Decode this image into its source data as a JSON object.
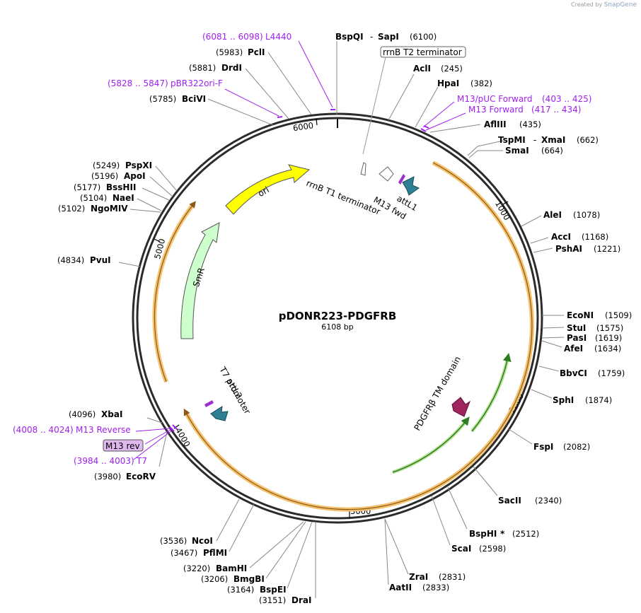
{
  "credit": {
    "prefix": "Created by",
    "brand": "SnapGene"
  },
  "plasmid": {
    "name": "pDONR223-PDGFRB",
    "size": "6108 bp"
  },
  "ticks": [
    "1000",
    "2000",
    "3000",
    "4000",
    "5000",
    "6000"
  ],
  "enzymes": {
    "bspqi_sapi": {
      "name": "BspQI",
      "name2": "SapI",
      "pos": "(6100)"
    },
    "acli": {
      "name": "AclI",
      "pos": "(245)"
    },
    "hpai": {
      "name": "HpaI",
      "pos": "(382)"
    },
    "aflii": {
      "name": "AflIII",
      "pos": "(435)"
    },
    "tspmi_xmai": {
      "name": "TspMI",
      "name2": "XmaI",
      "pos": "(662)"
    },
    "smai": {
      "name": "SmaI",
      "pos": "(664)"
    },
    "alei": {
      "name": "AleI",
      "pos": "(1078)"
    },
    "acci": {
      "name": "AccI",
      "pos": "(1168)"
    },
    "pshai": {
      "name": "PshAI",
      "pos": "(1221)"
    },
    "econi": {
      "name": "EcoNI",
      "pos": "(1509)"
    },
    "stui": {
      "name": "StuI",
      "pos": "(1575)"
    },
    "pasi": {
      "name": "PasI",
      "pos": "(1619)"
    },
    "afei": {
      "name": "AfeI",
      "pos": "(1634)"
    },
    "bbvci": {
      "name": "BbvCI",
      "pos": "(1759)"
    },
    "sphi": {
      "name": "SphI",
      "pos": "(1874)"
    },
    "fspi": {
      "name": "FspI",
      "pos": "(2082)"
    },
    "sacii": {
      "name": "SacII",
      "pos": "(2340)"
    },
    "bsphi": {
      "name": "BspHI",
      "star": "*",
      "pos": "(2512)"
    },
    "scai": {
      "name": "ScaI",
      "pos": "(2598)"
    },
    "zrai": {
      "name": "ZraI",
      "pos": "(2831)"
    },
    "aatii": {
      "name": "AatII",
      "pos": "(2833)"
    },
    "drai": {
      "name": "DraI",
      "pos": "(3151)"
    },
    "bspei": {
      "name": "BspEI",
      "pos": "(3164)"
    },
    "bmgbi": {
      "name": "BmgBI",
      "pos": "(3206)"
    },
    "bamhi": {
      "name": "BamHI",
      "pos": "(3220)"
    },
    "pflmi": {
      "name": "PflMI",
      "pos": "(3467)"
    },
    "ncoi": {
      "name": "NcoI",
      "pos": "(3536)"
    },
    "ecorv": {
      "name": "EcoRV",
      "pos": "(3980)"
    },
    "xbai": {
      "name": "XbaI",
      "pos": "(4096)"
    },
    "pvui": {
      "name": "PvuI",
      "pos": "(4834)"
    },
    "ngomiv": {
      "name": "NgoMIV",
      "pos": "(5102)"
    },
    "naei": {
      "name": "NaeI",
      "pos": "(5104)"
    },
    "bsshii": {
      "name": "BssHII",
      "pos": "(5177)"
    },
    "apoi": {
      "name": "ApoI",
      "pos": "(5196)"
    },
    "pspxi": {
      "name": "PspXI",
      "pos": "(5249)"
    },
    "bcivi": {
      "name": "BciVI",
      "pos": "(5785)"
    },
    "drdi": {
      "name": "DrdI",
      "pos": "(5881)"
    },
    "pcli": {
      "name": "PclI",
      "pos": "(5983)"
    }
  },
  "primers": {
    "l4440": {
      "range": "(6081 .. 6098)",
      "name": "L4440"
    },
    "pbr322": {
      "range": "(5828 .. 5847)",
      "name": "pBR322ori-F"
    },
    "m13puc": {
      "name": "M13/pUC Forward",
      "range": "(403 .. 425)"
    },
    "m13fwd": {
      "name": "M13 Forward",
      "range": "(417 .. 434)"
    },
    "m13rev": {
      "range": "(4008 .. 4024)",
      "name": "M13 Reverse"
    },
    "t7": {
      "range": "(3984 .. 4003)",
      "name": "T7"
    },
    "m13rev_box": "M13 rev"
  },
  "features": {
    "rrnb_t2": "rrnB T2 terminator",
    "rrnb_t1": "rrnB T1 terminator",
    "attl1": "attL1",
    "m13_fwd": "M13 fwd",
    "ori": "ori",
    "smr": "SmR",
    "t7_promoter": "T7 promoter",
    "attl2": "attL2",
    "pdgfrb_tm": "PDGFRβ TM domain"
  },
  "colors": {
    "backbone": "#2b2b2b",
    "primer": "#a020f0",
    "ori": "#ffff00",
    "smr": "#ccffcc",
    "orf_outline": "#f5c16c",
    "orf_line": "#8a5a1a",
    "insert_green": "#2e7d1f",
    "att": "#2e8094",
    "pdgfrb": "#a0245e",
    "m13rev_box": "#e0b8f0"
  }
}
